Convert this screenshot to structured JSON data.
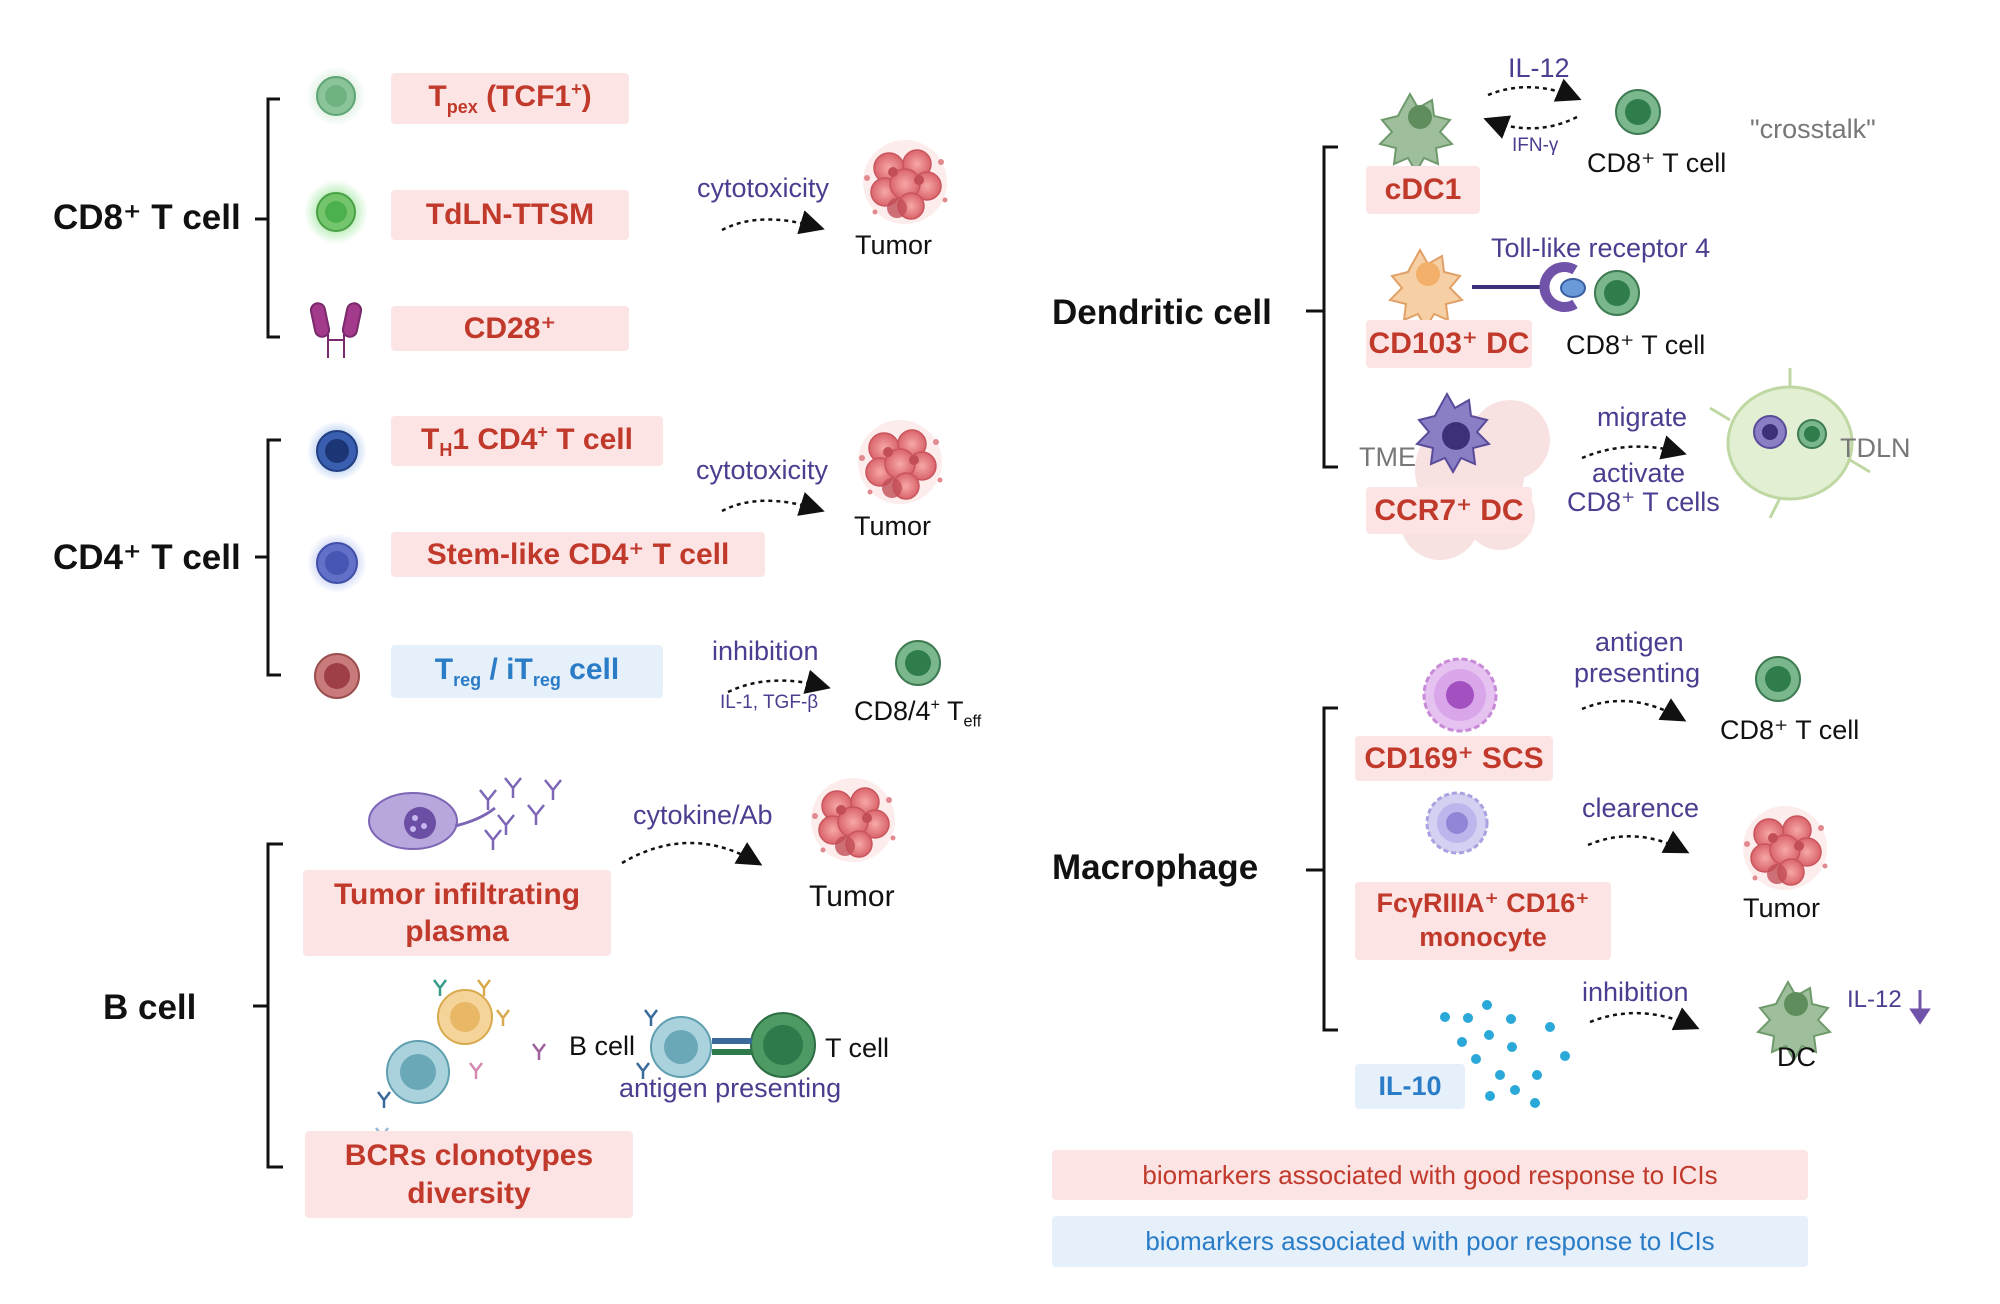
{
  "cd8": {
    "title": "CD8⁺ T cell",
    "tpex": {
      "main": "T",
      "sub": "pex",
      "rest": " (TCF1",
      "sup": "+",
      "close": ")"
    },
    "tdln_ttsm": "TdLN-TTSM",
    "cd28": "CD28⁺",
    "arrow_label": "cytotoxicity",
    "target": "Tumor"
  },
  "cd4": {
    "title": "CD4⁺ T cell",
    "th1": {
      "main": "T",
      "sub": "H",
      "rest": "1 CD4",
      "sup": "+",
      "tail": " T cell"
    },
    "stem_like": "Stem-like CD4⁺ T cell",
    "treg": {
      "a": "T",
      "a_sub": "reg",
      "mid": " / iT",
      "b_sub": "reg",
      "tail": " cell"
    },
    "arrow_label": "cytotoxicity",
    "target": "Tumor",
    "inhibition_label": "inhibition",
    "inhibition_sub": "IL-1, TGF-β",
    "teff": {
      "main": "CD8/4",
      "sup": "+",
      "mid": " T",
      "sub": "eff"
    }
  },
  "bcell": {
    "title": "B cell",
    "plasma": "Tumor infiltrating plasma",
    "bcr": "BCRs  clonotypes diversity",
    "arrow_label": "cytokine/Ab",
    "target": "Tumor",
    "b_label": "B cell",
    "t_label": "T cell",
    "antigen_label": "antigen presenting"
  },
  "dendritic": {
    "title": "Dendritic cell",
    "cdc1": "cDC1",
    "il12": "IL-12",
    "ifn": "IFN-γ",
    "cdc1_target": "CD8⁺ T cell",
    "crosstalk": "\"crosstalk\"",
    "cd103": "CD103⁺ DC",
    "tlr4": "Toll-like receptor 4",
    "cd103_target": "CD8⁺ T cell",
    "ccr7": "CCR7⁺ DC",
    "tme": "TME",
    "migrate": "migrate",
    "activate": "activate",
    "activate2": "CD8⁺ T cells",
    "tdln": "TDLN"
  },
  "macrophage": {
    "title": "Macrophage",
    "cd169": "CD169⁺ SCS",
    "antigen1": "antigen",
    "antigen2": "presenting",
    "cd169_target": "CD8⁺ T cell",
    "fcg1": "FcγRIIIA⁺ CD16⁺",
    "fcg2": "monocyte",
    "clearance": "clearence",
    "fcg_target": "Tumor",
    "il10": "IL-10",
    "inhibition": "inhibition",
    "il10_target": "DC",
    "il12_down": "IL-12"
  },
  "legend": {
    "good": "biomarkers associated with good response to ICIs",
    "poor": "biomarkers associated with poor response to ICIs"
  },
  "colors": {
    "good_bg": "#fce4e4",
    "good_text": "#c0392b",
    "poor_bg": "#e6f0fb",
    "poor_text": "#2a7cc7",
    "label_purple": "#4b3d8f"
  }
}
